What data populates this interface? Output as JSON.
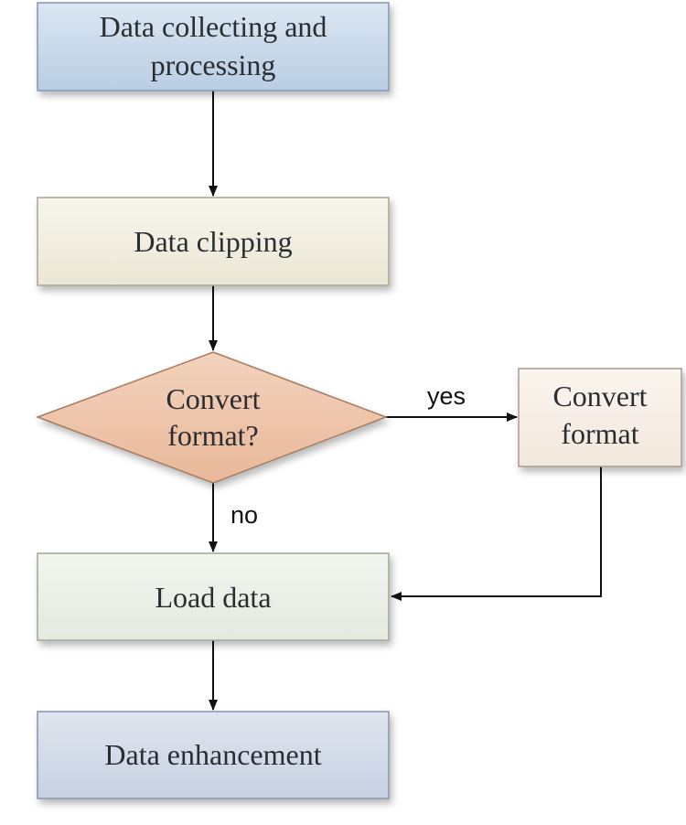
{
  "nodes": {
    "collect": {
      "line1": "Data collecting and",
      "line2": "processing",
      "fill_top": "#dbe6f2",
      "fill_bottom": "#b9cde3",
      "stroke": "#7f97b3"
    },
    "clip": {
      "label": "Data clipping",
      "fill_top": "#f7f5ec",
      "fill_bottom": "#ebe7d6",
      "stroke": "#a9a58f"
    },
    "decision": {
      "line1": "Convert",
      "line2": "format?",
      "fill_top": "#f3d2bd",
      "fill_bottom": "#e9b899",
      "stroke": "#a67b5e"
    },
    "convert": {
      "line1": "Convert",
      "line2": "format",
      "fill_top": "#fbf5ef",
      "fill_bottom": "#f1e7dc",
      "stroke": "#a89c8f"
    },
    "load": {
      "label": "Load data",
      "fill_top": "#f2f5ee",
      "fill_bottom": "#e4eadf",
      "stroke": "#9ea896"
    },
    "enhance": {
      "label": "Data enhancement",
      "fill_top": "#dfe5ee",
      "fill_bottom": "#c6d1e2",
      "stroke": "#8694ab"
    }
  },
  "edges": {
    "yes_label": "yes",
    "no_label": "no",
    "color": "#111111"
  }
}
